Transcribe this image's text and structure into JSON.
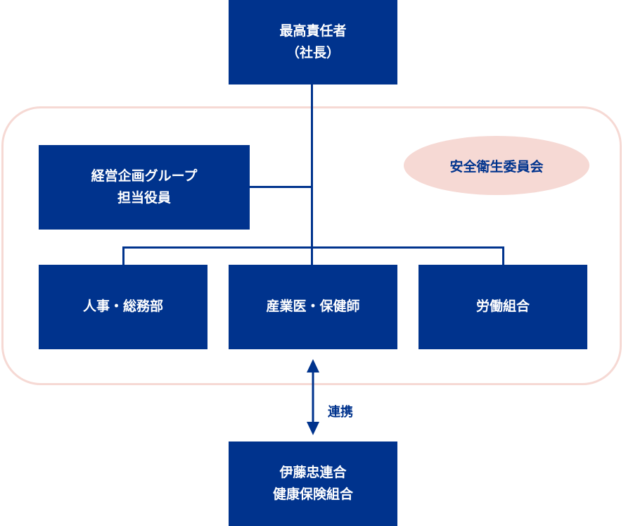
{
  "diagram": {
    "title": "安全衛生管理体制",
    "colors": {
      "box": "#00338d",
      "box_text": "#ffffff",
      "frame": "#f6d9d4",
      "committee_bg": "#f6d9d4",
      "line": "#00338d"
    },
    "top": {
      "line1": "最高責任者",
      "line2": "（社長）"
    },
    "officer": {
      "line1": "経営企画グループ",
      "line2": "担当役員"
    },
    "committee": {
      "label": "安全衛生委員会"
    },
    "departments": [
      {
        "label": "人事・総務部"
      },
      {
        "label": "産業医・保健師"
      },
      {
        "label": "労働組合"
      }
    ],
    "link": {
      "label": "連携",
      "icon": "double-arrow-vertical"
    },
    "partner": {
      "line1": "伊藤忠連合",
      "line2": "健康保険組合"
    }
  }
}
